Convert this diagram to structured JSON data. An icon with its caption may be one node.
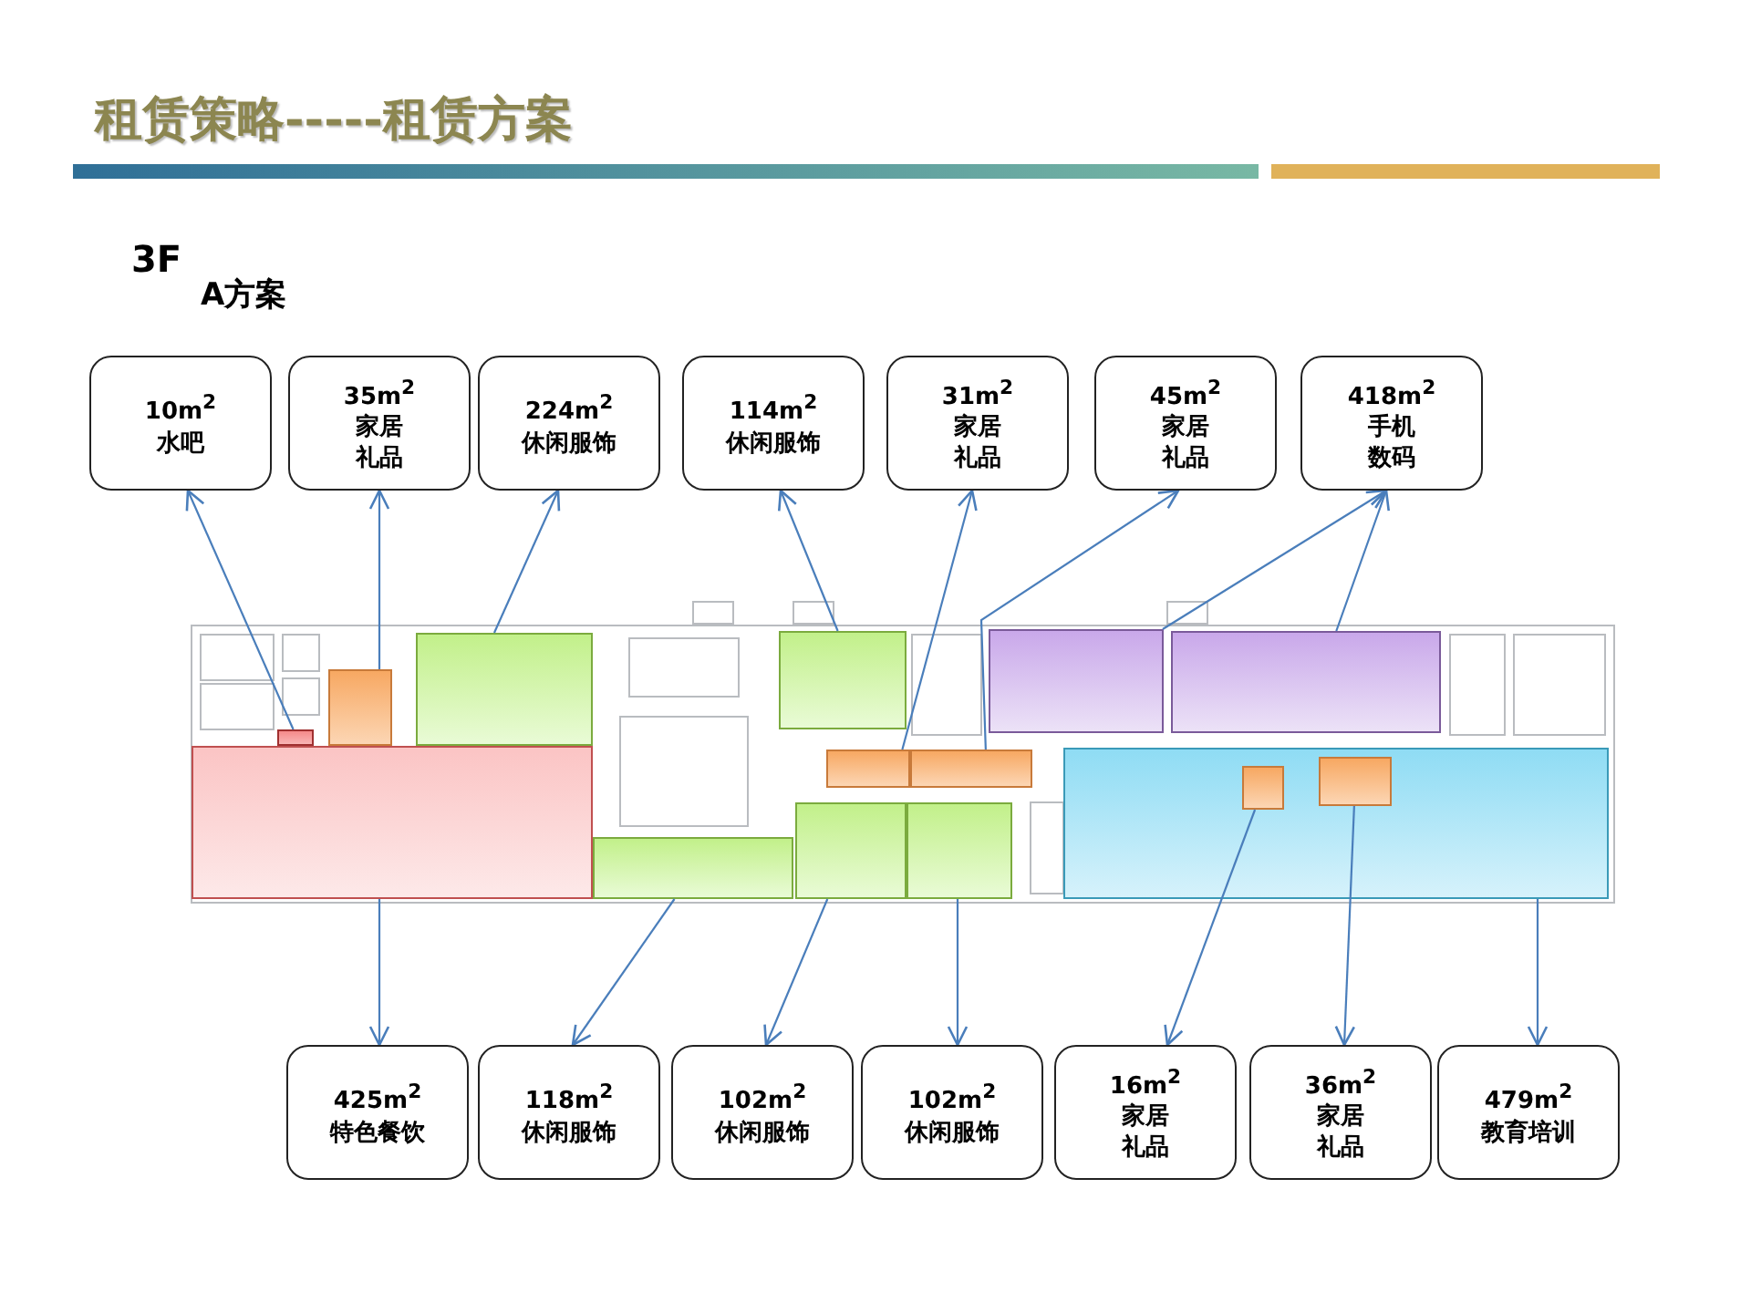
{
  "diagram": {
    "title": "租赁策略-----租赁方案",
    "nodes": [
      {
        "text": [
          "10m$^{2}$",
          "水吧"
        ]
      },
      {
        "text": [
          "35m$^{2}$",
          "家居礼品"
        ]
      },
      {
        "text": [
          "224m$^{2}$",
          "休闲服饰"
        ]
      },
      {
        "text": [
          "114m$^{2}$",
          "休闲服饰"
        ]
      },
      {
        "text": [
          "31m$^{2}$",
          "家居礼品"
        ]
      },
      {
        "text": [
          "45m$^{2}$",
          "家居礼品"
        ]
      },
      {
        "text": [
          "418m$^{2}$",
          "手机数码"
        ]
      },
      {
        "text": [
          "425m$^{2}$",
          "特色餐饮"
        ]
      },
      {
        "text": [
          "118m$^{2}$",
          "休闲服饰"
        ]
      },
      {
        "text": [
          "102m$^{2}$",
          "休闲服饰"
        ]
      },
      {
        "text": [
          "102m$^{2}$",
          "休闲服饰"
        ]
      },
      {
        "text": [
          "16m$^{2}$",
          "家居礼品"
        ]
      },
      {
        "text": [
          "36m$^{2}$",
          "家居礼品"
        ]
      },
      {
        "text": [
          "479m$^{2}$",
          "教育培训"
        ]
      },
      {
        "text": [],
        "shape": "box"
      },
      {
        "text": [],
        "shape": "box"
      },
      {
        "text": [],
        "shape": "box"
      },
      {
        "text": [],
        "shape": "box"
      },
      {
        "text": [],
        "shape": "box"
      },
      {
        "text": [],
        "shape": "box"
      },
      {
        "text": [],
        "shape": "box"
      },
      {
        "text": [],
        "shape": "box"
      },
      {
        "text": [],
        "shape": "box"
      },
      {
        "text": [],
        "shape": "box"
      },
      {
        "text": [],
        "shape": "box"
      },
      {
        "text": [],
        "shape": "box"
      },
      {
        "text": [],
        "shape": "box"
      },
      {
        "text": [],
        "shape": "box",
        "in": 25
      },
      {
        "text": [],
        "shape": "box",
        "in": 25
      }
    ],
    "edges": [
      {
        "from": 15,
        "to": 0,
        "arrow": "to"
      },
      {
        "from": 16,
        "to": 1,
        "arrow": "to"
      },
      {
        "from": 17,
        "to": 2,
        "arrow": "to"
      },
      {
        "from": 19,
        "to": 3,
        "arrow": "to"
      },
      {
        "from": 21,
        "to": 4,
        "arrow": "to"
      },
      {
        "from": 23,
        "to": 5,
        "arrow": "to"
      },
      {
        "from": 24,
        "to": 6,
        "arrow": "to"
      },
      {
        "from": 26,
        "to": 6,
        "arrow": "to"
      },
      {
        "from": 14,
        "to": 7,
        "arrow": "to"
      },
      {
        "from": 18,
        "to": 8,
        "arrow": "to"
      },
      {
        "from": 20,
        "to": 9,
        "arrow": "to"
      },
      {
        "from": 22,
        "to": 10,
        "arrow": "to"
      },
      {
        "from": 27,
        "to": 11,
        "arrow": "to"
      },
      {
        "from": 28,
        "to": 12,
        "arrow": "to"
      },
      {
        "from": 25,
        "to": 13,
        "arrow": "to"
      }
    ],
    "labels": [
      "3F",
      "A方案"
    ]
  }
}
